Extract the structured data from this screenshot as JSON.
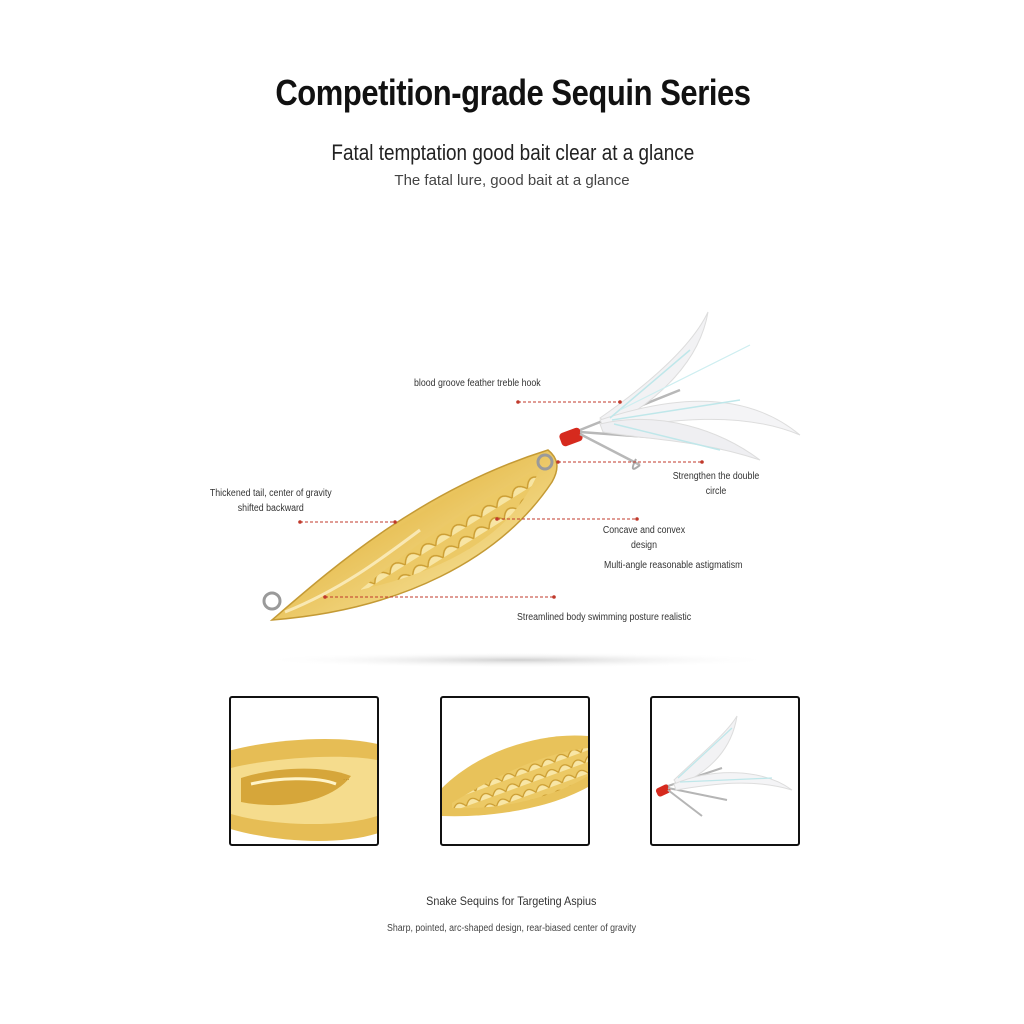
{
  "header": {
    "title": "Competition-grade Sequin Series",
    "subtitle": "Fatal temptation good bait clear at a glance",
    "subtitle_secondary": "The fatal lure, good bait at a glance"
  },
  "callouts": {
    "hook": "blood groove feather treble hook",
    "tail": "Thickened tail, center of gravity shifted backward",
    "double_circle": "Strengthen the double circle",
    "concave": "Concave and convex design",
    "multi_angle": "Multi-angle reasonable astigmatism",
    "streamlined": "Streamlined body swimming posture realistic"
  },
  "footer": {
    "caption": "Snake Sequins for Targeting Aspius",
    "description": "Sharp, pointed, arc-shaped design, rear-biased center of gravity"
  },
  "colors": {
    "gold": "#e8c25a",
    "gold_light": "#f7e6a3",
    "callout_line": "#c0392b",
    "hook_tube": "#d62a1e"
  }
}
